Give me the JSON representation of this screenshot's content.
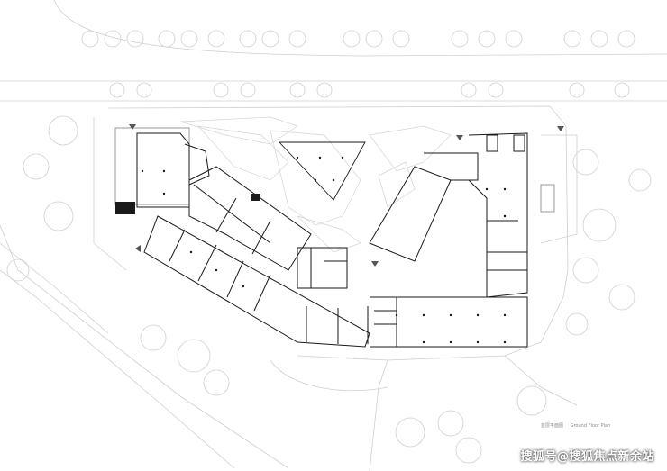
{
  "plan": {
    "title_cn": "首层平面图",
    "title_en": "Ground Floor Plan"
  },
  "watermark": "搜狐号@搜狐焦点新余站",
  "icons": {
    "entrance_marker": "triangle-marker-icon",
    "tree": "tree-canopy-icon"
  },
  "colors": {
    "wall": "#1a1a1a",
    "site_line": "#c8c8c8",
    "tree": "#d0d0d0",
    "background": "#ffffff"
  }
}
